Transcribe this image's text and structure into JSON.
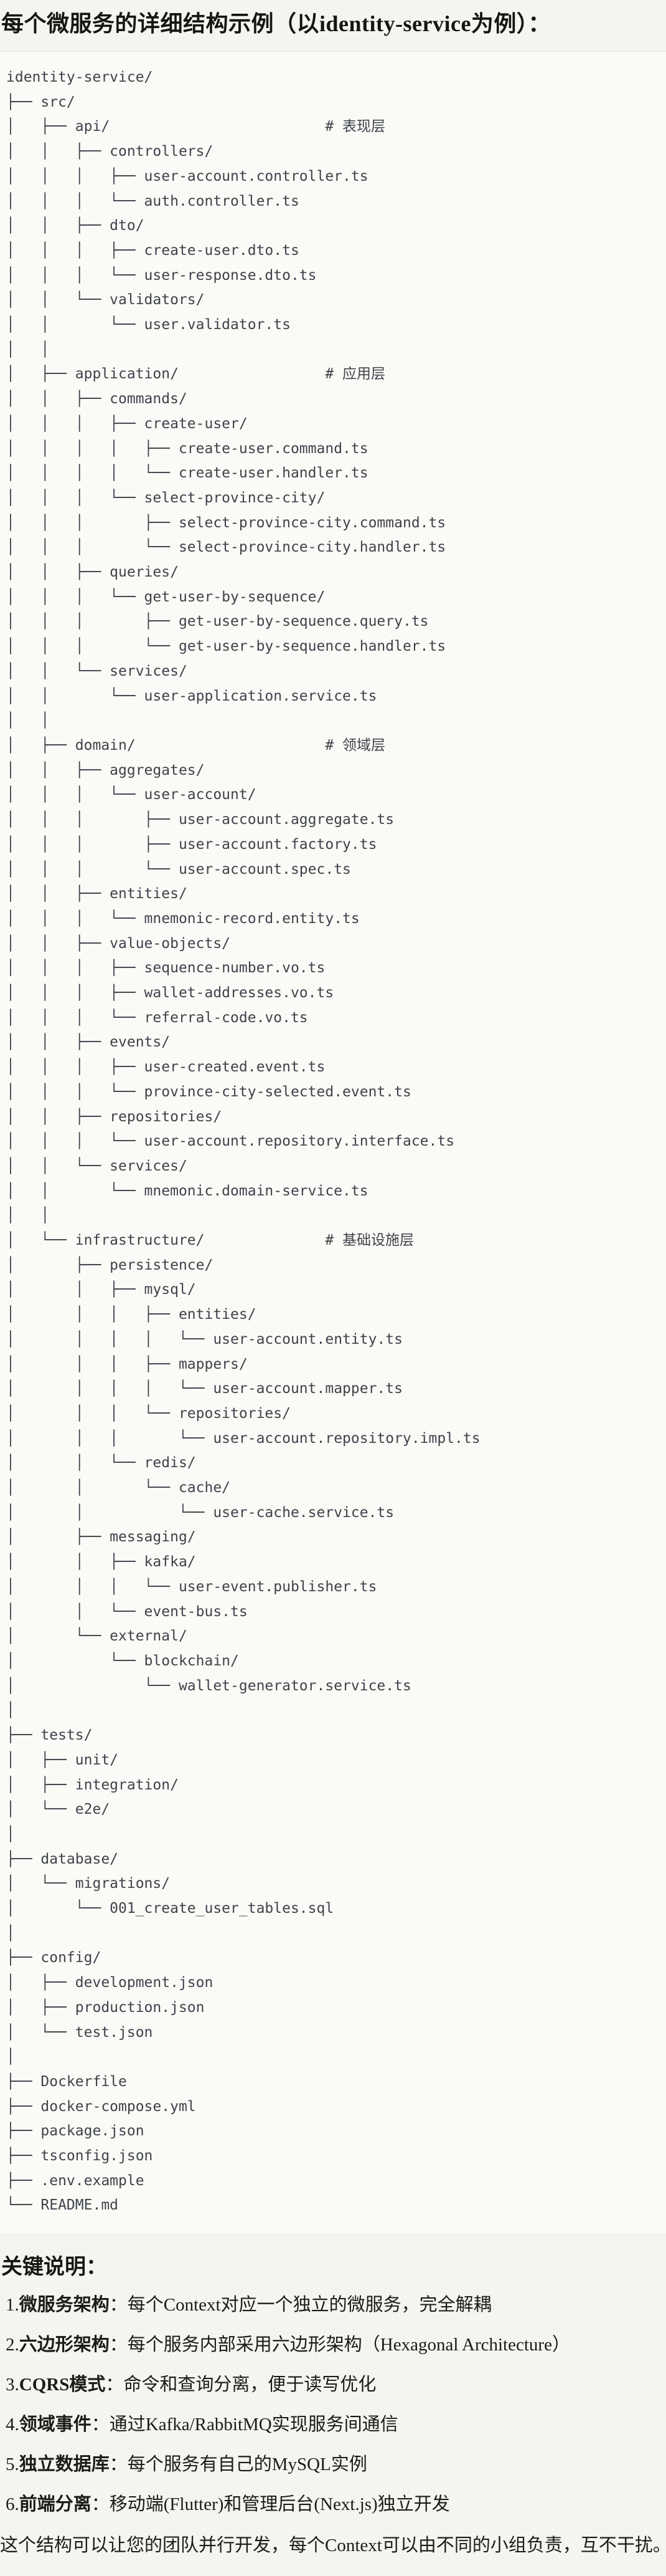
{
  "title": "每个微服务的详细结构示例（以identity-service为例）：",
  "code_block": {
    "language": "plaintext",
    "lines": [
      "identity-service/",
      "├── src/",
      "│   ├── api/                         # 表现层",
      "│   │   ├── controllers/",
      "│   │   │   ├── user-account.controller.ts",
      "│   │   │   └── auth.controller.ts",
      "│   │   ├── dto/",
      "│   │   │   ├── create-user.dto.ts",
      "│   │   │   └── user-response.dto.ts",
      "│   │   └── validators/",
      "│   │       └── user.validator.ts",
      "│   │",
      "│   ├── application/                 # 应用层",
      "│   │   ├── commands/",
      "│   │   │   ├── create-user/",
      "│   │   │   │   ├── create-user.command.ts",
      "│   │   │   │   └── create-user.handler.ts",
      "│   │   │   └── select-province-city/",
      "│   │   │       ├── select-province-city.command.ts",
      "│   │   │       └── select-province-city.handler.ts",
      "│   │   ├── queries/",
      "│   │   │   └── get-user-by-sequence/",
      "│   │   │       ├── get-user-by-sequence.query.ts",
      "│   │   │       └── get-user-by-sequence.handler.ts",
      "│   │   └── services/",
      "│   │       └── user-application.service.ts",
      "│   │",
      "│   ├── domain/                      # 领域层",
      "│   │   ├── aggregates/",
      "│   │   │   └── user-account/",
      "│   │   │       ├── user-account.aggregate.ts",
      "│   │   │       ├── user-account.factory.ts",
      "│   │   │       └── user-account.spec.ts",
      "│   │   ├── entities/",
      "│   │   │   └── mnemonic-record.entity.ts",
      "│   │   ├── value-objects/",
      "│   │   │   ├── sequence-number.vo.ts",
      "│   │   │   ├── wallet-addresses.vo.ts",
      "│   │   │   └── referral-code.vo.ts",
      "│   │   ├── events/",
      "│   │   │   ├── user-created.event.ts",
      "│   │   │   └── province-city-selected.event.ts",
      "│   │   ├── repositories/",
      "│   │   │   └── user-account.repository.interface.ts",
      "│   │   └── services/",
      "│   │       └── mnemonic.domain-service.ts",
      "│   │",
      "│   └── infrastructure/              # 基础设施层",
      "│       ├── persistence/",
      "│       │   ├── mysql/",
      "│       │   │   ├── entities/",
      "│       │   │   │   └── user-account.entity.ts",
      "│       │   │   ├── mappers/",
      "│       │   │   │   └── user-account.mapper.ts",
      "│       │   │   └── repositories/",
      "│       │   │       └── user-account.repository.impl.ts",
      "│       │   └── redis/",
      "│       │       └── cache/",
      "│       │           └── user-cache.service.ts",
      "│       ├── messaging/",
      "│       │   ├── kafka/",
      "│       │   │   └── user-event.publisher.ts",
      "│       │   └── event-bus.ts",
      "│       └── external/",
      "│           └── blockchain/",
      "│               └── wallet-generator.service.ts",
      "│",
      "├── tests/",
      "│   ├── unit/",
      "│   ├── integration/",
      "│   └── e2e/",
      "│",
      "├── database/",
      "│   └── migrations/",
      "│       └── 001_create_user_tables.sql",
      "│",
      "├── config/",
      "│   ├── development.json",
      "│   ├── production.json",
      "│   └── test.json",
      "│",
      "├── Dockerfile",
      "├── docker-compose.yml",
      "├── package.json",
      "├── tsconfig.json",
      "├── .env.example",
      "└── README.md"
    ]
  },
  "notes": {
    "heading": "关键说明：",
    "items": [
      {
        "num": "1.",
        "term": "微服务架构",
        "desc": "：每个Context对应一个独立的微服务，完全解耦"
      },
      {
        "num": "2.",
        "term": "六边形架构",
        "desc": "：每个服务内部采用六边形架构（Hexagonal Architecture）"
      },
      {
        "num": "3.",
        "term": "CQRS模式",
        "desc": "：命令和查询分离，便于读写优化"
      },
      {
        "num": "4.",
        "term": "领域事件",
        "desc": "：通过Kafka/RabbitMQ实现服务间通信"
      },
      {
        "num": "5.",
        "term": "独立数据库",
        "desc": "：每个服务有自己的MySQL实例"
      },
      {
        "num": "6.",
        "term": "前端分离",
        "desc": "：移动端(Flutter)和管理后台(Next.js)独立开发"
      }
    ]
  },
  "closing": "这个结构可以让您的团队并行开发，每个Context可以由不同的小组负责，互不干扰。",
  "colors": {
    "page_bg": "#F5F4EE",
    "code_bg": "#FBFAF7",
    "code_border": "#E3E2DC",
    "code_text": "#3E434A",
    "text": "#1C1B18"
  }
}
